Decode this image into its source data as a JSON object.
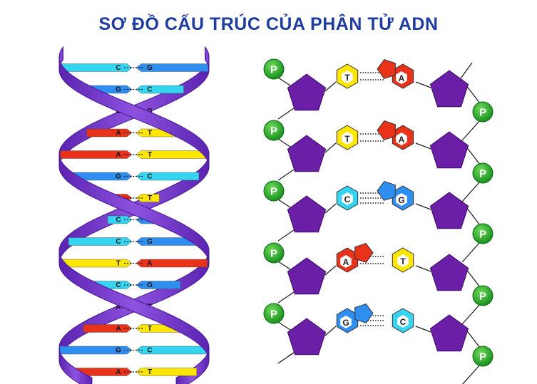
{
  "title": "SƠ ĐỒ CẤU TRÚC CỦA PHÂN TỬ ADN",
  "colors": {
    "title": "#1f3c9e",
    "backbone": "#7b3fc4",
    "sugar": "#6a1fa6",
    "phosphate": "#1fa02a",
    "base_T": "#ffe600",
    "base_A": "#e8321a",
    "base_C": "#35d4f0",
    "base_G": "#2f8ff0"
  },
  "helix": {
    "rungs": [
      {
        "left": "C",
        "right": "G"
      },
      {
        "left": "G",
        "right": "C"
      },
      {
        "left": "C",
        "right": "G"
      },
      {
        "left": "A",
        "right": "T"
      },
      {
        "left": "A",
        "right": "T"
      },
      {
        "left": "G",
        "right": "C"
      },
      {
        "left": "A",
        "right": "T"
      },
      {
        "left": "C",
        "right": "G"
      },
      {
        "left": "C",
        "right": "G"
      },
      {
        "left": "T",
        "right": "A"
      },
      {
        "left": "C",
        "right": "G"
      },
      {
        "left": "A",
        "right": "T"
      },
      {
        "left": "A",
        "right": "T"
      },
      {
        "left": "G",
        "right": "C"
      },
      {
        "left": "A",
        "right": "T"
      }
    ]
  },
  "ladder": {
    "phosphate_label": "P",
    "pairs": [
      {
        "left": "T",
        "right": "A"
      },
      {
        "left": "T",
        "right": "A"
      },
      {
        "left": "C",
        "right": "G"
      },
      {
        "left": "A",
        "right": "T"
      },
      {
        "left": "G",
        "right": "C"
      }
    ]
  }
}
